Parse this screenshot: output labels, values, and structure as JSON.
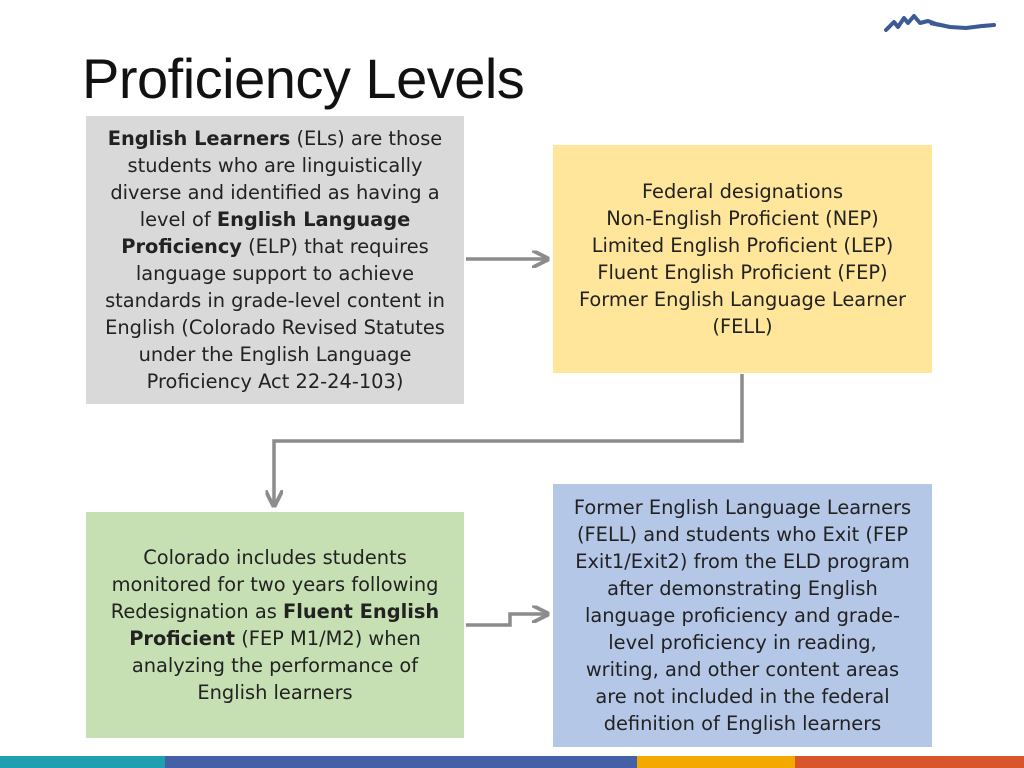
{
  "slide": {
    "title": "Proficiency Levels"
  },
  "boxes": {
    "english_learners": {
      "lines": [
        {
          "segments": [
            {
              "text": "English Learners",
              "bold": true
            },
            {
              "text": " (ELs) are those",
              "bold": false
            }
          ]
        },
        {
          "segments": [
            {
              "text": "students who are linguistically",
              "bold": false
            }
          ]
        },
        {
          "segments": [
            {
              "text": "diverse and identified as having a",
              "bold": false
            }
          ]
        },
        {
          "segments": [
            {
              "text": "level of ",
              "bold": false
            },
            {
              "text": "English Language",
              "bold": true
            }
          ]
        },
        {
          "segments": [
            {
              "text": "Proficiency",
              "bold": true
            },
            {
              "text": " (ELP) that requires",
              "bold": false
            }
          ]
        },
        {
          "segments": [
            {
              "text": "language support to achieve",
              "bold": false
            }
          ]
        },
        {
          "segments": [
            {
              "text": "standards in grade-level content in",
              "bold": false
            }
          ]
        },
        {
          "segments": [
            {
              "text": "English (Colorado Revised Statutes",
              "bold": false
            }
          ]
        },
        {
          "segments": [
            {
              "text": "under the English Language",
              "bold": false
            }
          ]
        },
        {
          "segments": [
            {
              "text": "Proficiency Act 22-24-103)",
              "bold": false
            }
          ]
        }
      ]
    },
    "federal_designations": {
      "lines": [
        {
          "segments": [
            {
              "text": "Federal designations",
              "bold": false
            }
          ]
        },
        {
          "segments": [
            {
              "text": "Non-English Proficient (NEP)",
              "bold": false
            }
          ]
        },
        {
          "segments": [
            {
              "text": "Limited English Proficient (LEP)",
              "bold": false
            }
          ]
        },
        {
          "segments": [
            {
              "text": "Fluent English Proficient (FEP)",
              "bold": false
            }
          ]
        },
        {
          "segments": [
            {
              "text": "Former English Language Learner",
              "bold": false
            }
          ]
        },
        {
          "segments": [
            {
              "text": "(FELL)",
              "bold": false
            }
          ]
        }
      ]
    },
    "colorado_includes": {
      "lines": [
        {
          "segments": [
            {
              "text": "Colorado includes students",
              "bold": false
            }
          ]
        },
        {
          "segments": [
            {
              "text": "monitored for two years following",
              "bold": false
            }
          ]
        },
        {
          "segments": [
            {
              "text": "Redesignation as ",
              "bold": false
            },
            {
              "text": "Fluent English",
              "bold": true
            }
          ]
        },
        {
          "segments": [
            {
              "text": "Proficient",
              "bold": true
            },
            {
              "text": " (FEP M1/M2) when",
              "bold": false
            }
          ]
        },
        {
          "segments": [
            {
              "text": "analyzing the performance of",
              "bold": false
            }
          ]
        },
        {
          "segments": [
            {
              "text": "English learners",
              "bold": false
            }
          ]
        }
      ]
    },
    "former_learners": {
      "lines": [
        {
          "segments": [
            {
              "text": "Former English Language Learners",
              "bold": false
            }
          ]
        },
        {
          "segments": [
            {
              "text": "(FELL) and students who Exit (FEP",
              "bold": false
            }
          ]
        },
        {
          "segments": [
            {
              "text": "Exit1/Exit2) from the ELD program",
              "bold": false
            }
          ]
        },
        {
          "segments": [
            {
              "text": "after demonstrating English",
              "bold": false
            }
          ]
        },
        {
          "segments": [
            {
              "text": "language proficiency and grade-",
              "bold": false
            }
          ]
        },
        {
          "segments": [
            {
              "text": "level proficiency in reading,",
              "bold": false
            }
          ]
        },
        {
          "segments": [
            {
              "text": "writing, and other content areas",
              "bold": false
            }
          ]
        },
        {
          "segments": [
            {
              "text": "are not included in the federal",
              "bold": false
            }
          ]
        },
        {
          "segments": [
            {
              "text": "definition of English learners",
              "bold": false
            }
          ]
        }
      ]
    }
  },
  "colors": {
    "grey_box": "#d9d9d9",
    "yellow_box": "#ffe69a",
    "green_box": "#c6e0b4",
    "blue_box": "#b4c7e7",
    "arrow": "#8c8c8c",
    "logo": "#3b5a96"
  },
  "icons": {
    "logo": "mountain-logo-icon"
  },
  "footer": {
    "segments": [
      {
        "color": "#1f9fb0"
      },
      {
        "color": "#4461a8"
      },
      {
        "color": "#f2a900"
      },
      {
        "color": "#d9552b"
      }
    ]
  }
}
